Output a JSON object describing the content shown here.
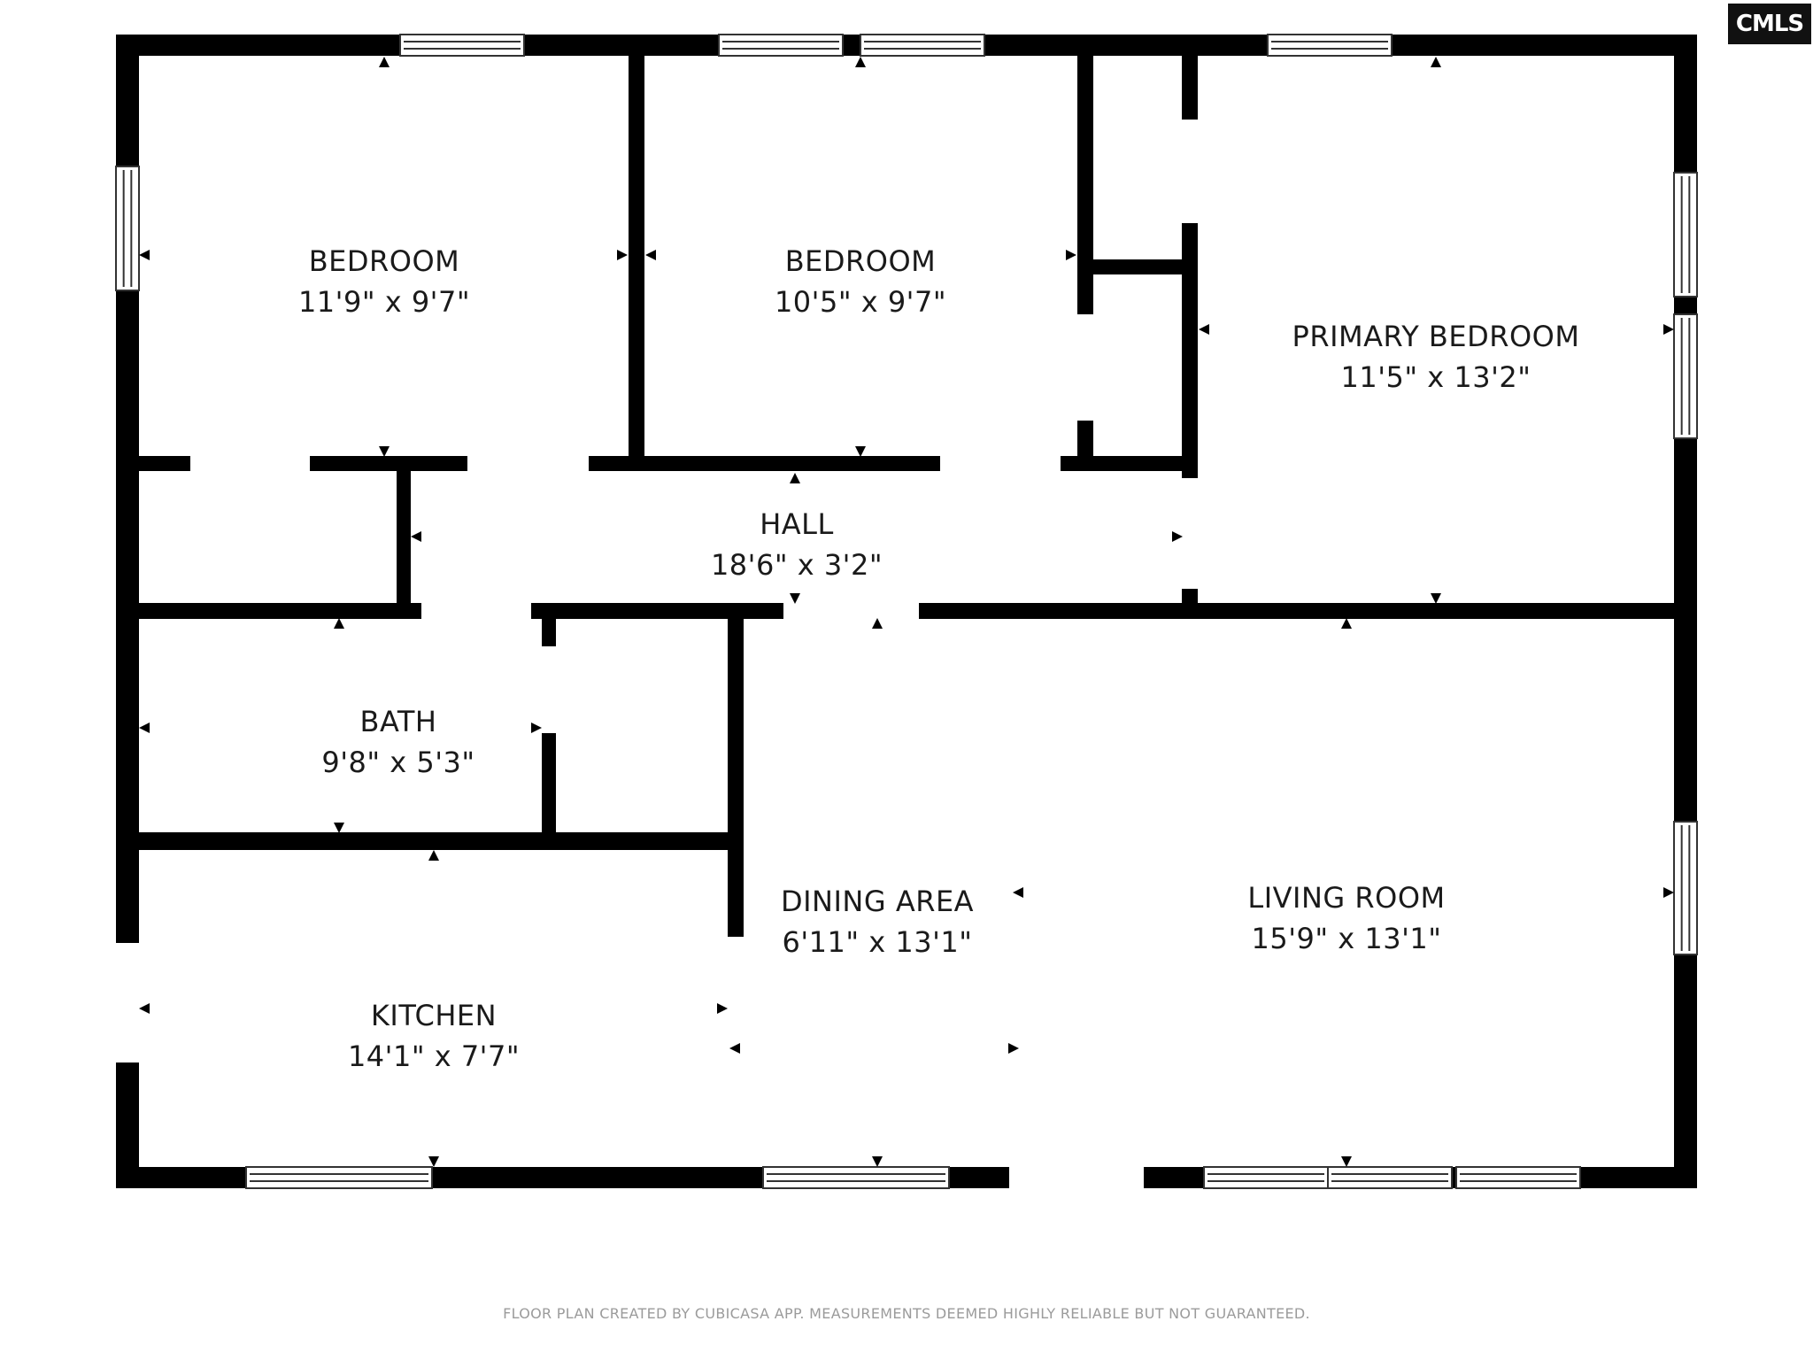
{
  "rooms": {
    "bedroom1": {
      "name": "BEDROOM",
      "size": "11'9\" x 9'7\""
    },
    "bedroom2": {
      "name": "BEDROOM",
      "size": "10'5\" x 9'7\""
    },
    "primary": {
      "name": "PRIMARY BEDROOM",
      "size": "11'5\" x 13'2\""
    },
    "hall": {
      "name": "HALL",
      "size": "18'6\" x 3'2\""
    },
    "bath": {
      "name": "BATH",
      "size": "9'8\" x 5'3\""
    },
    "dining": {
      "name": "DINING AREA",
      "size": "6'11\" x 13'1\""
    },
    "living": {
      "name": "LIVING ROOM",
      "size": "15'9\" x 13'1\""
    },
    "kitchen": {
      "name": "KITCHEN",
      "size": "14'1\" x 7'7\""
    }
  },
  "disclaimer": "FLOOR PLAN CREATED BY CUBICASA APP. MEASUREMENTS DEEMED HIGHLY RELIABLE BUT NOT GUARANTEED.",
  "logo": "CMLS",
  "colors": {
    "wall": "#000000",
    "background": "#ffffff",
    "window_frame": "#333333"
  }
}
